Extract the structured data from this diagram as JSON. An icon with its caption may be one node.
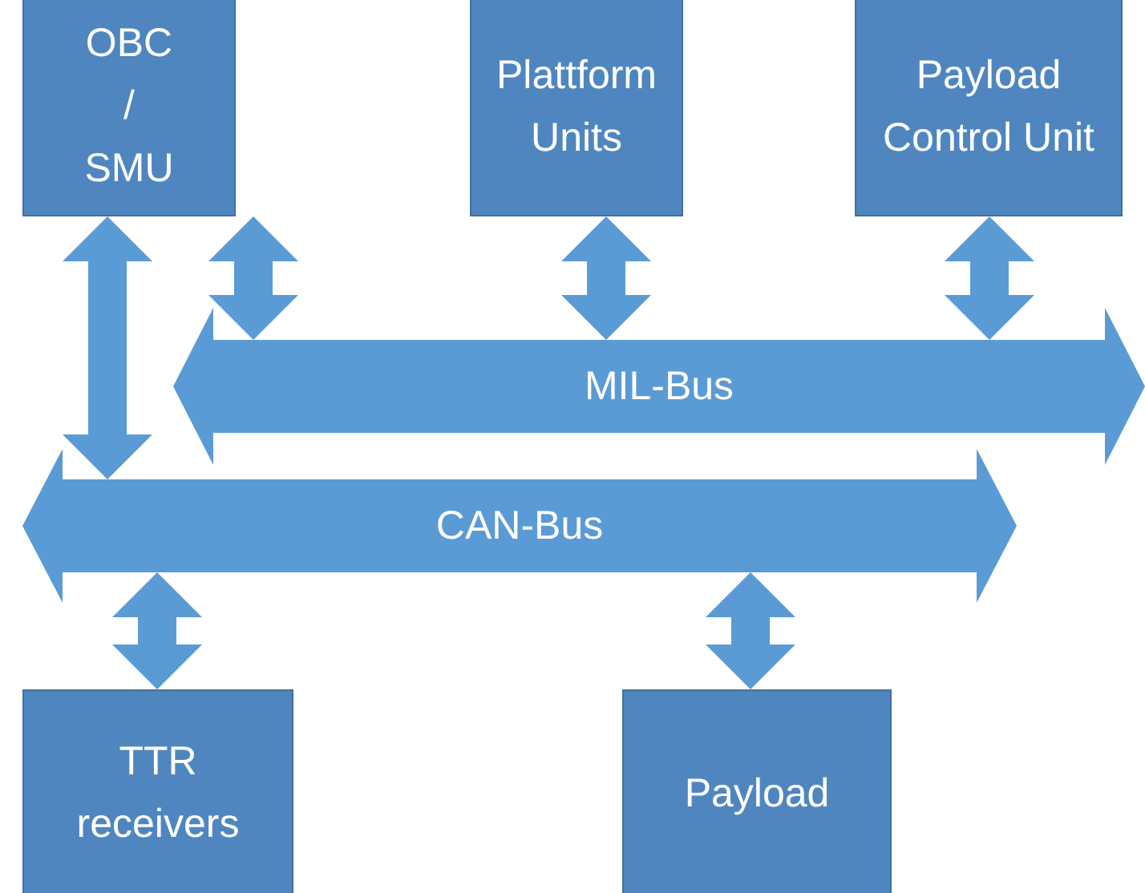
{
  "diagram": {
    "nodes": [
      {
        "text": [
          "OBC / SMU"
        ]
      },
      {
        "text": [
          "Plattform Units"
        ]
      },
      {
        "text": [
          "Payload Control Unit"
        ]
      },
      {
        "text": [
          "MIL-Bus"
        ]
      },
      {
        "text": [
          "CAN-Bus"
        ]
      },
      {
        "text": [
          "TTR receivers"
        ]
      },
      {
        "text": [
          "Payload"
        ]
      }
    ],
    "edges": [
      {
        "from": 0,
        "to": 4,
        "arrow": "both"
      },
      {
        "from": 0,
        "to": 3,
        "arrow": "both"
      },
      {
        "from": 1,
        "to": 3,
        "arrow": "both"
      },
      {
        "from": 2,
        "to": 3,
        "arrow": "both"
      },
      {
        "from": 4,
        "to": 5,
        "arrow": "both"
      },
      {
        "from": 4,
        "to": 6,
        "arrow": "both"
      }
    ]
  }
}
